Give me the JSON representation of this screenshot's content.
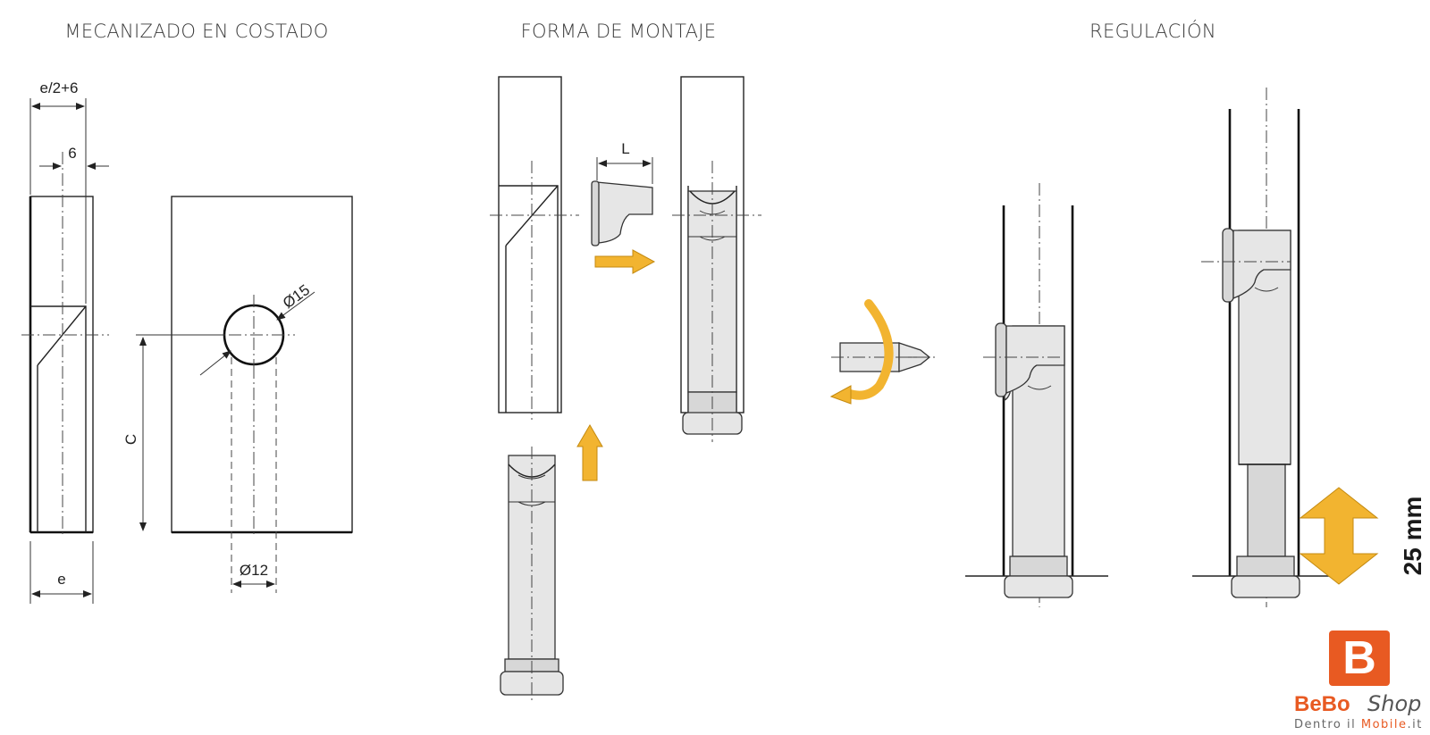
{
  "sections": {
    "machining": {
      "title": "MECANIZADO EN COSTADO"
    },
    "mounting": {
      "title": "FORMA DE MONTAJE"
    },
    "adjustment": {
      "title": "REGULACIÓN"
    }
  },
  "dimensions": {
    "half_e_plus_6": "e/2+6",
    "six": "6",
    "e": "e",
    "c": "C",
    "hole_diameter": "Ø15",
    "bore_diameter": "Ø12",
    "length": "L",
    "stroke": "25 mm"
  },
  "brand": {
    "letter": "B",
    "name_part1": "BeBo",
    "name_part2": "Shop",
    "tagline_part1": "Dentro il ",
    "tagline_part2": "Mobile",
    "tagline_part3": ".it",
    "accent_color": "#e85a22",
    "arrow_color": "#f2b430"
  }
}
